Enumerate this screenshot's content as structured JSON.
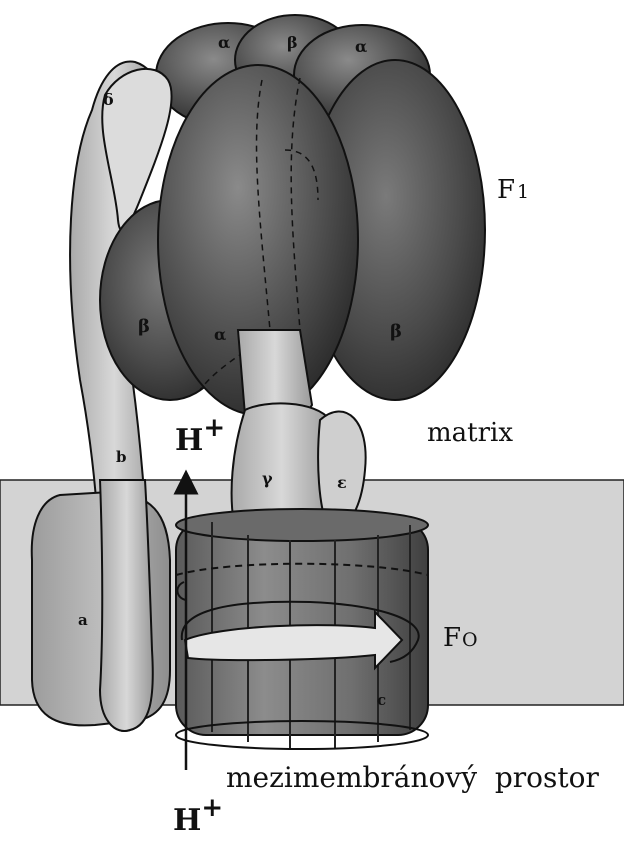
{
  "labels": {
    "f1": {
      "main": "F",
      "sub": "1"
    },
    "fo": {
      "main": "F",
      "sub": "O"
    },
    "matrix": "matrix",
    "intermembrane": "mezimembránový  prostor",
    "h_top": {
      "main": "H",
      "sup": "+"
    },
    "h_bottom": {
      "main": "H",
      "sup": "+"
    }
  },
  "subunits": {
    "alpha_back_left": "α",
    "beta_back": "β",
    "alpha_back_right": "α",
    "delta": "δ",
    "beta_left": "β",
    "alpha_front": "α",
    "beta_right": "β",
    "b": "b",
    "gamma": "γ",
    "epsilon": "ε",
    "a": "a",
    "c": "c"
  },
  "colors": {
    "membrane": "#d3d3d3",
    "background": "#ffffff",
    "dark_subunit": "#4a4a4a",
    "stalk": "#c8c8c8",
    "outline": "#111111"
  }
}
